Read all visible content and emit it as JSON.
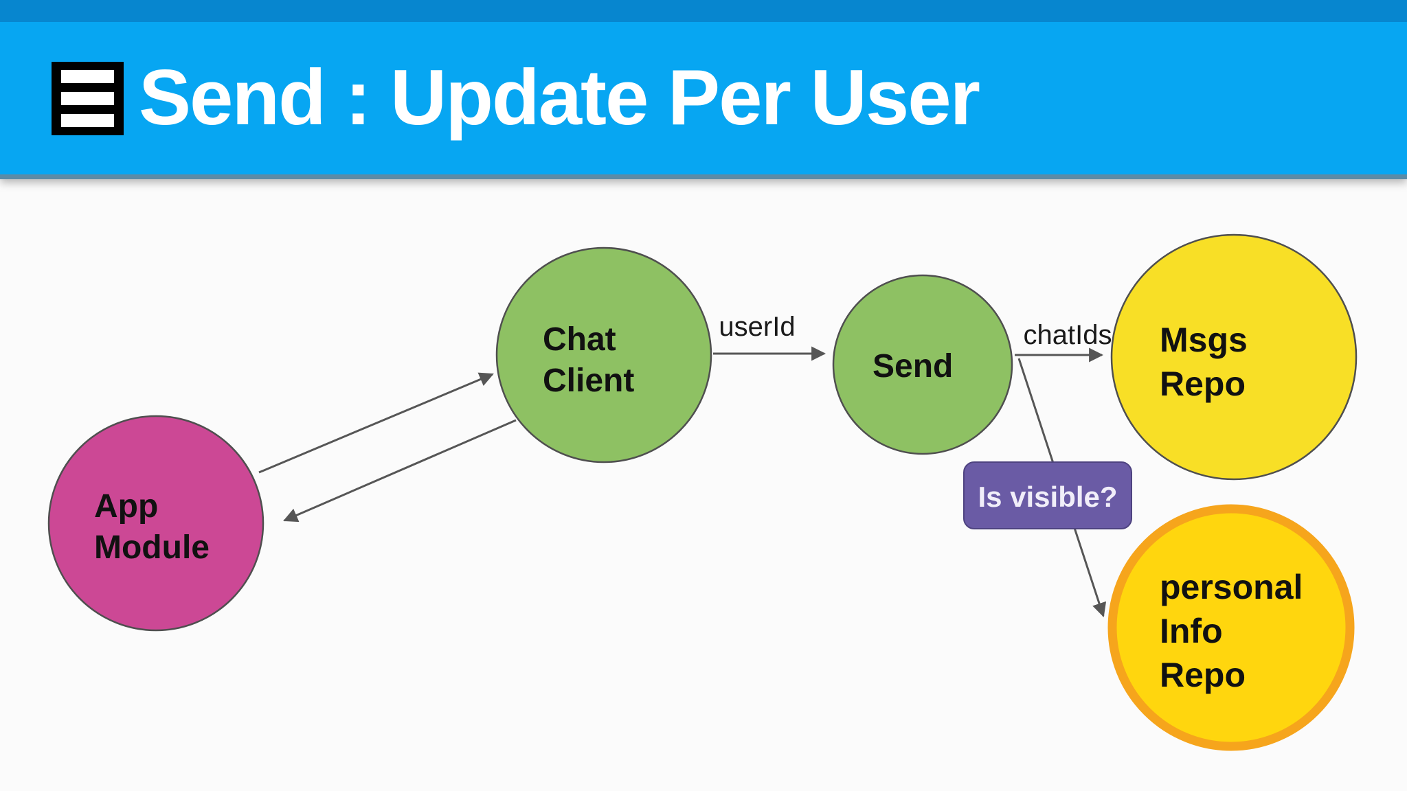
{
  "header": {
    "title": "Send : Update Per User",
    "background_color": "#07A6F2",
    "statusbar_color": "#0786CF",
    "title_color": "#FFFFFF"
  },
  "diagram": {
    "background_color": "#FBFBFB",
    "arrow_color": "#565656",
    "node_outline_color": "#4F4F4F",
    "nodes": [
      {
        "id": "app-module",
        "lines": [
          "App",
          "Module"
        ],
        "fill": "#CC4895"
      },
      {
        "id": "chat-client",
        "lines": [
          "Chat",
          "Client"
        ],
        "fill": "#8EC163"
      },
      {
        "id": "send",
        "lines": [
          "Send"
        ],
        "fill": "#8EC163"
      },
      {
        "id": "msgs-repo",
        "lines": [
          "Msgs",
          "Repo"
        ],
        "fill": "#F8DF26"
      },
      {
        "id": "personal-info-repo",
        "lines": [
          "personal",
          "Info",
          "Repo"
        ],
        "fill": "#FFD60E",
        "border": "#F6A51C"
      }
    ],
    "edges": [
      {
        "from": "app-module",
        "to": "chat-client",
        "label": ""
      },
      {
        "from": "chat-client",
        "to": "app-module",
        "label": ""
      },
      {
        "from": "chat-client",
        "to": "send",
        "label": "userId"
      },
      {
        "from": "send",
        "to": "msgs-repo",
        "label": "chatIds"
      },
      {
        "from": "send",
        "to": "personal-info-repo",
        "label": ""
      }
    ],
    "annotation": {
      "label": "Is visible?",
      "fill": "#6A5BA5",
      "text_color": "#F1EEF9"
    }
  }
}
